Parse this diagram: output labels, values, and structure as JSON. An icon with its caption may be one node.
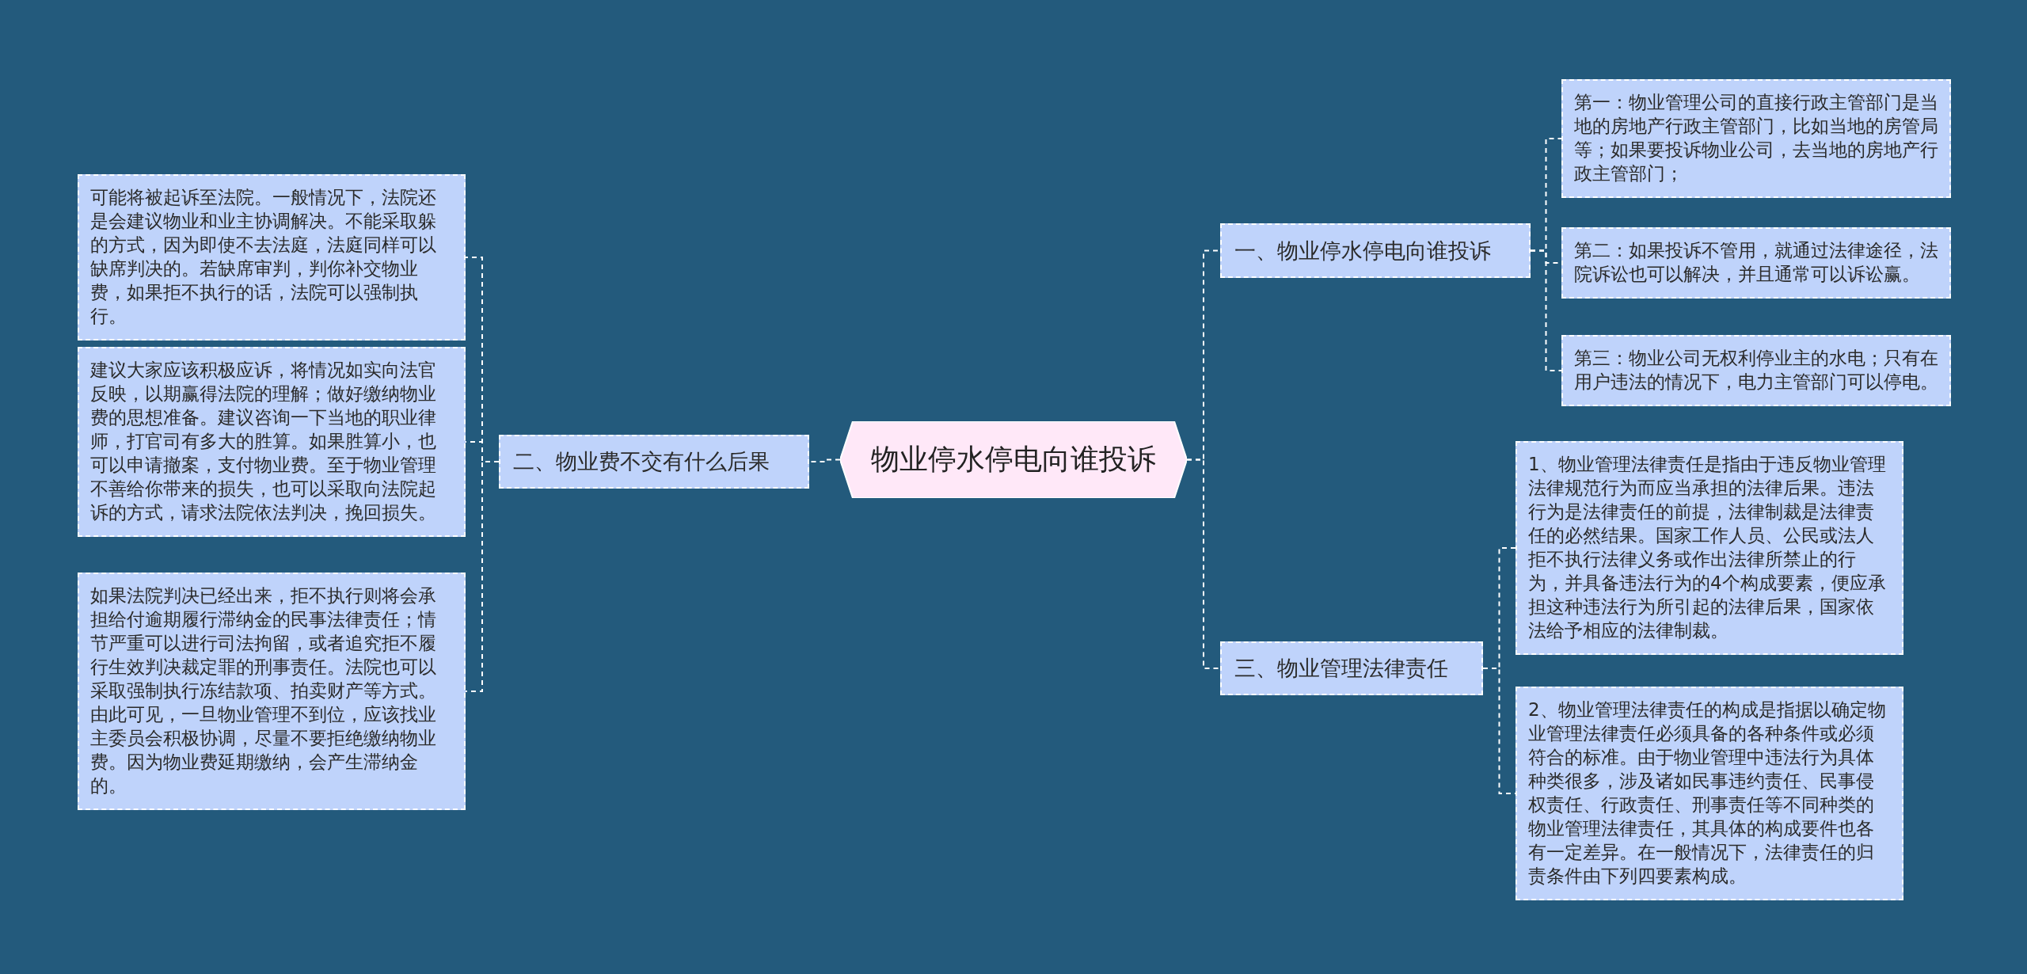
{
  "diagram": {
    "nodes": [
      {
        "text": [
          "物业停水停电向谁投诉"
        ]
      },
      {
        "text": [
          "一、物业停水停电向谁投诉"
        ]
      },
      {
        "text": [
          "第一：物业管理公司的直接行政主管部门是当地的房地产行政主管部门，比如当地的房管局等；如果要投诉物业公司，去当地的房地产行政主管部门；"
        ]
      },
      {
        "text": [
          "第二：如果投诉不管用，就通过法律途径，法院诉讼也可以解决，并且通常可以诉讼赢。"
        ]
      },
      {
        "text": [
          "第三：物业公司无权利停业主的水电；只有在用户违法的情况下，电力主管部门可以停电。"
        ]
      },
      {
        "text": [
          "二、物业费不交有什么后果"
        ]
      },
      {
        "text": [
          "可能将被起诉至法院。一般情况下，法院还是会建议物业和业主协调解决。不能采取躲的方式，因为即使不去法庭，法庭同样可以缺席判决的。若缺席审判，判你补交物业费，如果拒不执行的话，法院可以强制执行。"
        ]
      },
      {
        "text": [
          "建议大家应该积极应诉，将情况如实向法官反映，以期赢得法院的理解；做好缴纳物业费的思想准备。建议咨询一下当地的职业律师，打官司有多大的胜算。如果胜算小，也可以申请撤案，支付物业费。至于物业管理不善给你带来的损失，也可以采取向法院起诉的方式，请求法院依法判决，挽回损失。"
        ]
      },
      {
        "text": [
          "如果法院判决已经出来，拒不执行则将会承担给付逾期履行滞纳金的民事法律责任；情节严重可以进行司法拘留，或者追究拒不履行生效判决裁定罪的刑事责任。法院也可以采取强制执行冻结款项、拍卖财产等方式。由此可见，一旦物业管理不到位，应该找业主委员会积极协调，尽量不要拒绝缴纳物业费。因为物业费延期缴纳，会产生滞纳金的。"
        ]
      },
      {
        "text": [
          "三、物业管理法律责任"
        ]
      },
      {
        "text": [
          "1、物业管理法律责任是指由于违反物业管理法律规范行为而应当承担的法律后果。违法行为是法律责任的前提，法律制裁是法律责任的必然结果。国家工作人员、公民或法人拒不执行法律义务或作出法律所禁止的行为，并具备违法行为的4个构成要素，便应承担这种违法行为所引起的法律后果，国家依法给予相应的法律制裁。"
        ]
      },
      {
        "text": [
          "2、物业管理法律责任的构成是指据以确定物业管理法律责任必须具备的各种条件或必须符合的标准。由于物业管理中违法行为具体种类很多，涉及诸如民事违约责任、民事侵权责任、行政责任、刑事责任等不同种类的物业管理法律责任，其具体的构成要件也各有一定差异。在一般情况下，法律责任的归责条件由下列四要素构成。"
        ]
      }
    ],
    "edges": [
      {
        "from": 0,
        "to": 1,
        "arrow": "none"
      },
      {
        "from": 1,
        "to": 2,
        "arrow": "none"
      },
      {
        "from": 1,
        "to": 3,
        "arrow": "none"
      },
      {
        "from": 1,
        "to": 4,
        "arrow": "none"
      },
      {
        "from": 0,
        "to": 5,
        "arrow": "none"
      },
      {
        "from": 5,
        "to": 6,
        "arrow": "none"
      },
      {
        "from": 5,
        "to": 7,
        "arrow": "none"
      },
      {
        "from": 5,
        "to": 8,
        "arrow": "none"
      },
      {
        "from": 0,
        "to": 9,
        "arrow": "none"
      },
      {
        "from": 9,
        "to": 10,
        "arrow": "none"
      },
      {
        "from": 9,
        "to": 11,
        "arrow": "none"
      }
    ]
  }
}
